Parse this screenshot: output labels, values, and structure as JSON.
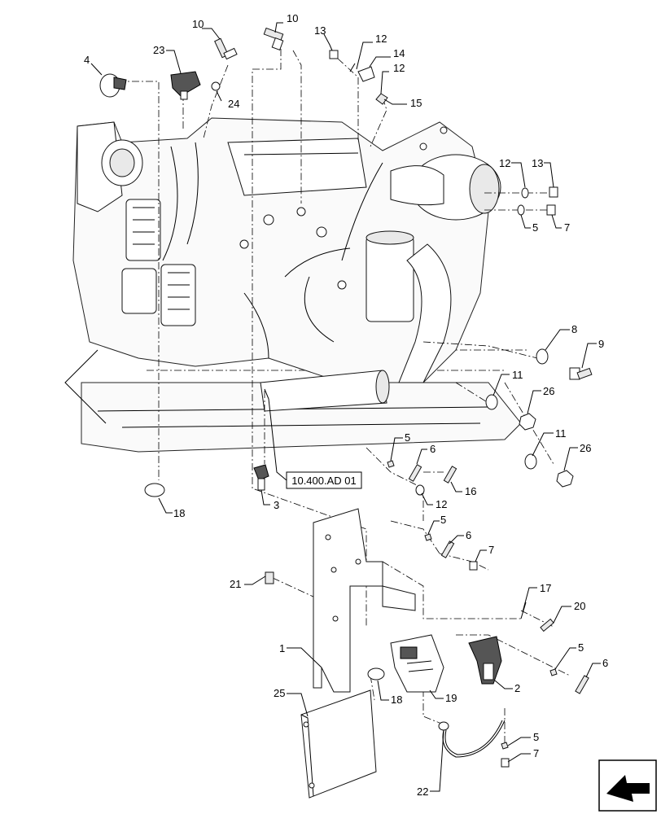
{
  "callouts": [
    {
      "id": "c10a",
      "text": "10"
    },
    {
      "id": "c10b",
      "text": "10"
    },
    {
      "id": "c13a",
      "text": "13"
    },
    {
      "id": "c12a",
      "text": "12"
    },
    {
      "id": "c14",
      "text": "14"
    },
    {
      "id": "c12b",
      "text": "12"
    },
    {
      "id": "c15",
      "text": "15"
    },
    {
      "id": "c4",
      "text": "4"
    },
    {
      "id": "c23",
      "text": "23"
    },
    {
      "id": "c24",
      "text": "24"
    },
    {
      "id": "c12c",
      "text": "12"
    },
    {
      "id": "c13b",
      "text": "13"
    },
    {
      "id": "c5a",
      "text": "5"
    },
    {
      "id": "c7a",
      "text": "7"
    },
    {
      "id": "c8",
      "text": "8"
    },
    {
      "id": "c9",
      "text": "9"
    },
    {
      "id": "c11a",
      "text": "11"
    },
    {
      "id": "c26a",
      "text": "26"
    },
    {
      "id": "c11b",
      "text": "11"
    },
    {
      "id": "c26b",
      "text": "26"
    },
    {
      "id": "c5b",
      "text": "5"
    },
    {
      "id": "c6a",
      "text": "6"
    },
    {
      "id": "c16",
      "text": "16"
    },
    {
      "id": "c12d",
      "text": "12"
    },
    {
      "id": "c18a",
      "text": "18"
    },
    {
      "id": "c3",
      "text": "3"
    },
    {
      "id": "c5c",
      "text": "5"
    },
    {
      "id": "c6b",
      "text": "6"
    },
    {
      "id": "c7b",
      "text": "7"
    },
    {
      "id": "c21",
      "text": "21"
    },
    {
      "id": "c17",
      "text": "17"
    },
    {
      "id": "c20",
      "text": "20"
    },
    {
      "id": "c5d",
      "text": "5"
    },
    {
      "id": "c6c",
      "text": "6"
    },
    {
      "id": "c1",
      "text": "1"
    },
    {
      "id": "c18b",
      "text": "18"
    },
    {
      "id": "c19",
      "text": "19"
    },
    {
      "id": "c2",
      "text": "2"
    },
    {
      "id": "c25",
      "text": "25"
    },
    {
      "id": "c5e",
      "text": "5"
    },
    {
      "id": "c7c",
      "text": "7"
    },
    {
      "id": "c22",
      "text": "22"
    }
  ],
  "reference_box": {
    "text": "10.400.AD 01"
  }
}
